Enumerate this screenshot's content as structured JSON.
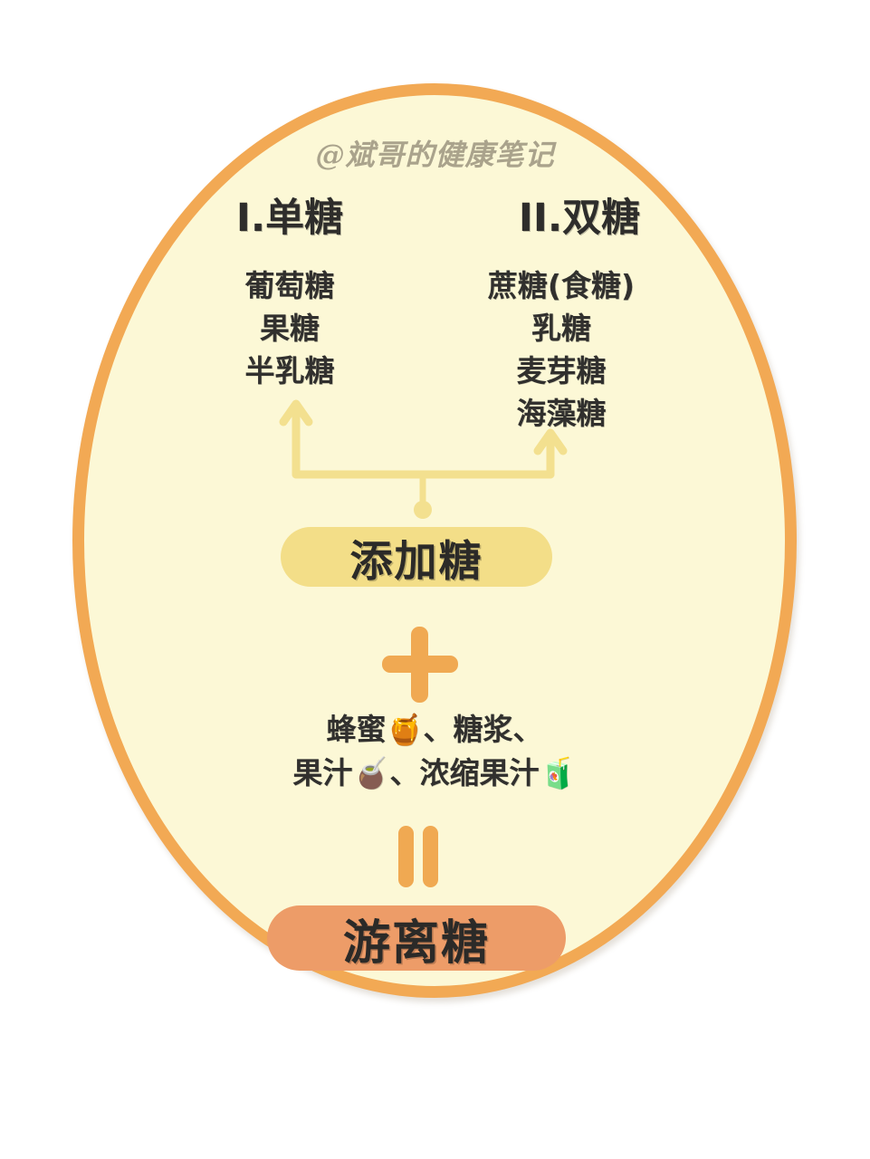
{
  "watermark": {
    "handle": "@斌哥的健康笔记"
  },
  "columns": {
    "monosaccharide": {
      "heading": "I.单糖",
      "items": [
        "葡萄糖",
        "果糖",
        "半乳糖"
      ]
    },
    "disaccharide": {
      "heading": "II.双糖",
      "items": [
        "蔗糖(食糖)",
        "乳糖",
        "麦芽糖",
        "海藻糖"
      ]
    }
  },
  "nodes": {
    "added_sugar": "添加糖",
    "free_sugar": "游离糖"
  },
  "operators": {
    "plus": "+",
    "equals": "="
  },
  "ingredients": {
    "line1": "蜂蜜🍯、糖浆、",
    "line2": "果汁🧉、浓缩果汁🧃"
  },
  "colors": {
    "oval_border": "#f2a954",
    "oval_fill": "#fcf8d6",
    "added_sugar_pill": "#f3de88",
    "free_sugar_pill": "#ed9c68",
    "operator_orange": "#f0a952",
    "connector_yellow": "#f3e08f",
    "text_dark": "#31302e"
  }
}
